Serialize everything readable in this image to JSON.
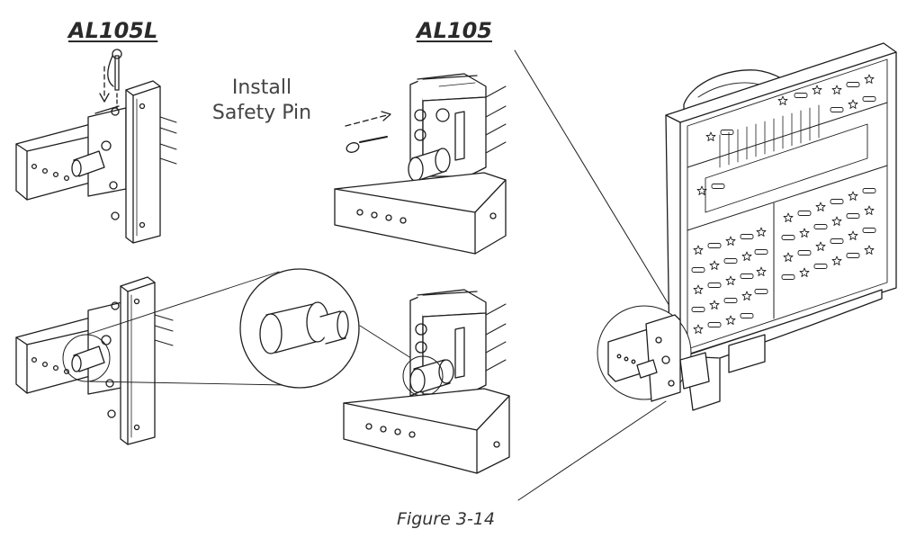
{
  "labels": {
    "left_model": "AL105L",
    "center_model": "AL105",
    "instruction_line1": "Install",
    "instruction_line2": "Safety Pin",
    "figure_caption": "Figure 3-14"
  }
}
